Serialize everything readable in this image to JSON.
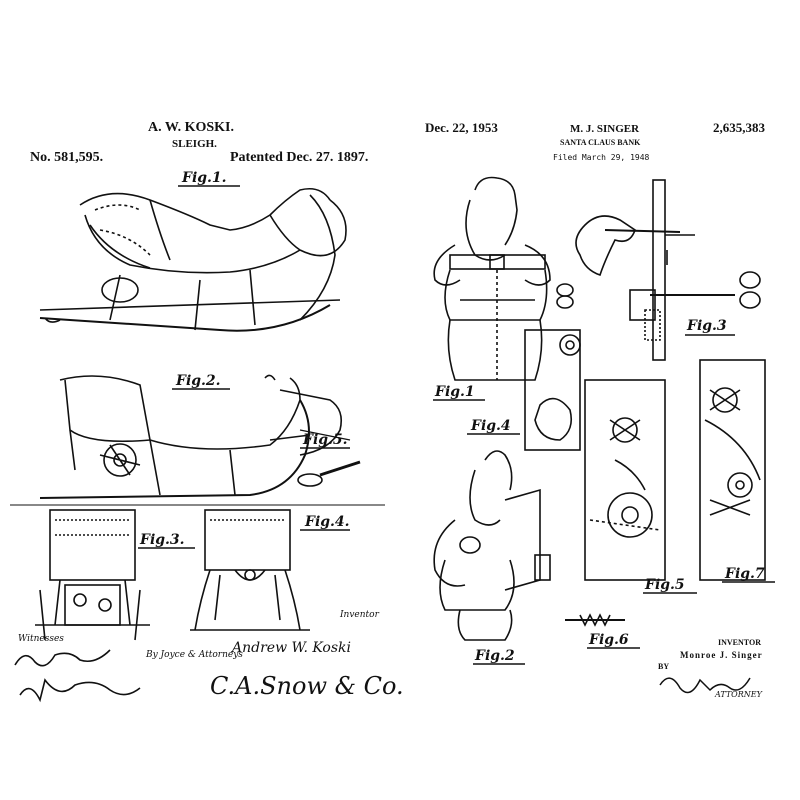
{
  "left_patent": {
    "inventor": "A. W. KOSKI.",
    "title": "SLEIGH.",
    "number": "No. 581,595.",
    "date": "Patented Dec. 27. 1897.",
    "figures": [
      "Fig.1.",
      "Fig.2.",
      "Fig.3.",
      "Fig.4.",
      "Fig.5."
    ],
    "witnesses_label": "Witnesses",
    "inventor_label": "Inventor",
    "attorney_line": "By Joyce & Attorneys",
    "signature": "Andrew W. Koski",
    "attorney_signature": "C.A.Snow & Co."
  },
  "right_patent": {
    "date": "Dec. 22, 1953",
    "inventor": "M. J. SINGER",
    "number": "2,635,383",
    "title": "SANTA CLAUS BANK",
    "filed": "Filed March 29, 1948",
    "figures": [
      "Fig.1",
      "Fig.2",
      "Fig.3",
      "Fig.4",
      "Fig.5",
      "Fig.6",
      "Fig.7"
    ],
    "inventor_label": "INVENTOR",
    "inventor_name": "Monroe J. Singer",
    "by_label": "BY",
    "attorney_label": "ATTORNEY"
  },
  "colors": {
    "ink": "#111111",
    "paper": "#ffffff"
  }
}
